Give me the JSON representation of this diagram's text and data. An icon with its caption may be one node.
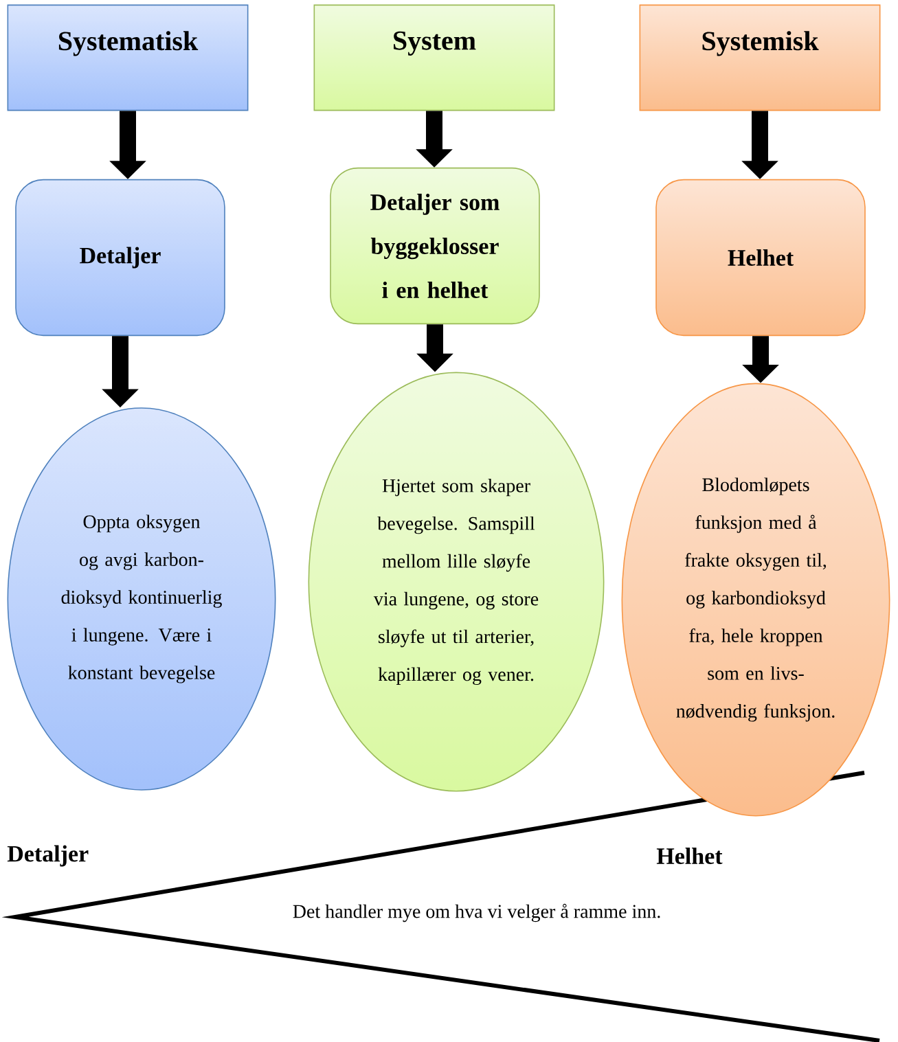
{
  "diagram": {
    "nodes": [
      {
        "text": [
          "Systematisk"
        ]
      },
      {
        "text": [
          "System"
        ]
      },
      {
        "text": [
          "Systemisk"
        ]
      },
      {
        "text": [
          "Detaljer"
        ]
      },
      {
        "text": [
          "Detaljer som byggeklosser i en helhet"
        ]
      },
      {
        "text": [
          "Helhet"
        ]
      },
      {
        "text": [
          "Oppta oksygen og avgi karbon- dioksyd kontinuerlig i lungene. Være i konstant bevegelse"
        ]
      },
      {
        "text": [
          "Hjertet som skaper bevegelse. Samspill mellom lille sløyfe via lungene, og store sløyfe ut til arterier, kapillærer og vener."
        ]
      },
      {
        "text": [
          "Blodomløpets funksjon med å frakte oksygen til, og karbondioksyd fra, hele kroppen som en livs- nødvendig funksjon."
        ]
      }
    ],
    "edges": [
      {
        "from": 0,
        "to": 3,
        "arrow": "to"
      },
      {
        "from": 1,
        "to": 4,
        "arrow": "to"
      },
      {
        "from": 2,
        "to": 5,
        "arrow": "to"
      },
      {
        "from": 3,
        "to": 6,
        "arrow": "to"
      },
      {
        "from": 4,
        "to": 7,
        "arrow": "to"
      },
      {
        "from": 5,
        "to": 8,
        "arrow": "to"
      }
    ],
    "labels": [
      "Detaljer",
      "Helhet",
      "Det handler mye om hva vi velger å ramme inn."
    ]
  }
}
